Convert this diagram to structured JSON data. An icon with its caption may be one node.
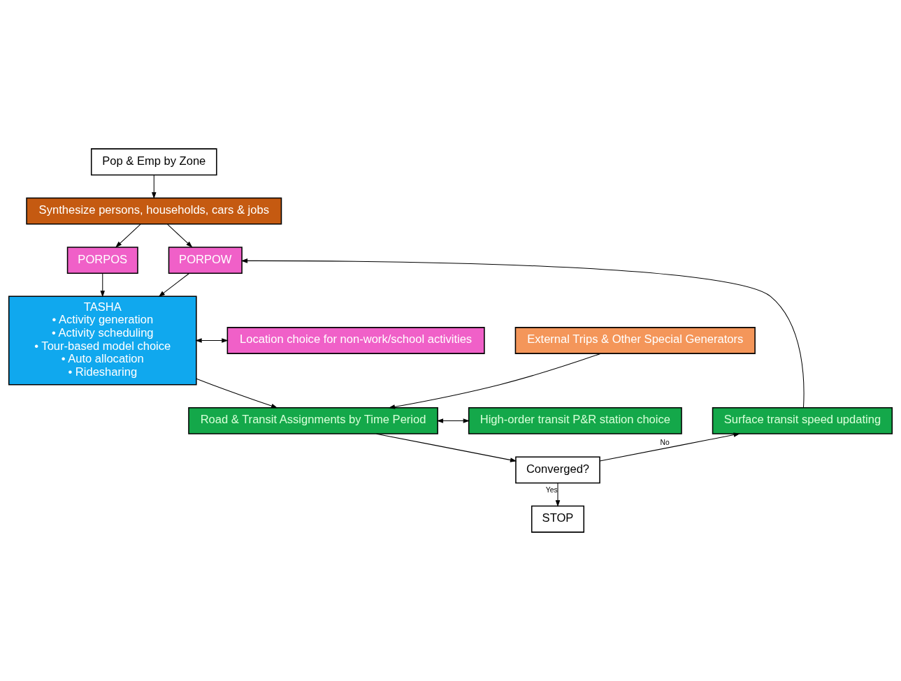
{
  "diagram": {
    "nodes": [
      {
        "text": [
          "Pop & Emp by Zone"
        ]
      },
      {
        "text": [
          "Synthesize persons, households, cars & jobs"
        ]
      },
      {
        "text": [
          "PORPOW"
        ]
      },
      {
        "text": [
          "PORPOS"
        ]
      },
      {
        "text": [
          "TASHA",
          "• Activity generation",
          "• Activity scheduling",
          "• Tour-based model choice",
          "• Auto allocation",
          "• Ridesharing"
        ]
      },
      {
        "text": [
          "Location choice for non-work/school activities"
        ]
      },
      {
        "text": [
          "External Trips & Other Special Generators"
        ]
      },
      {
        "text": [
          "Surface transit speed updating"
        ]
      },
      {
        "text": [
          "Road & Transit Assignments by Time Period"
        ]
      },
      {
        "text": [
          "High-order transit P&R station choice"
        ]
      },
      {
        "text": [
          "Converged?"
        ]
      },
      {
        "text": [
          "STOP"
        ]
      }
    ],
    "edges": [
      {
        "from": 0,
        "to": 1,
        "arrow": "to"
      },
      {
        "from": 1,
        "to": 2,
        "arrow": "to"
      },
      {
        "from": 1,
        "to": 3,
        "arrow": "to"
      },
      {
        "from": 2,
        "to": 4,
        "arrow": "to"
      },
      {
        "from": 3,
        "to": 4,
        "arrow": "to"
      },
      {
        "from": 4,
        "to": 5,
        "arrow": "both"
      },
      {
        "from": 4,
        "to": 8,
        "arrow": "to"
      },
      {
        "from": 6,
        "to": 8,
        "arrow": "to"
      },
      {
        "from": 8,
        "to": 9,
        "arrow": "both"
      },
      {
        "from": 8,
        "to": 10,
        "arrow": "to"
      },
      {
        "from": 10,
        "to": 7,
        "label": "No",
        "arrow": "to"
      },
      {
        "from": 7,
        "to": 2,
        "arrow": "to"
      },
      {
        "from": 10,
        "to": 11,
        "label": "Yes",
        "arrow": "to"
      }
    ]
  }
}
